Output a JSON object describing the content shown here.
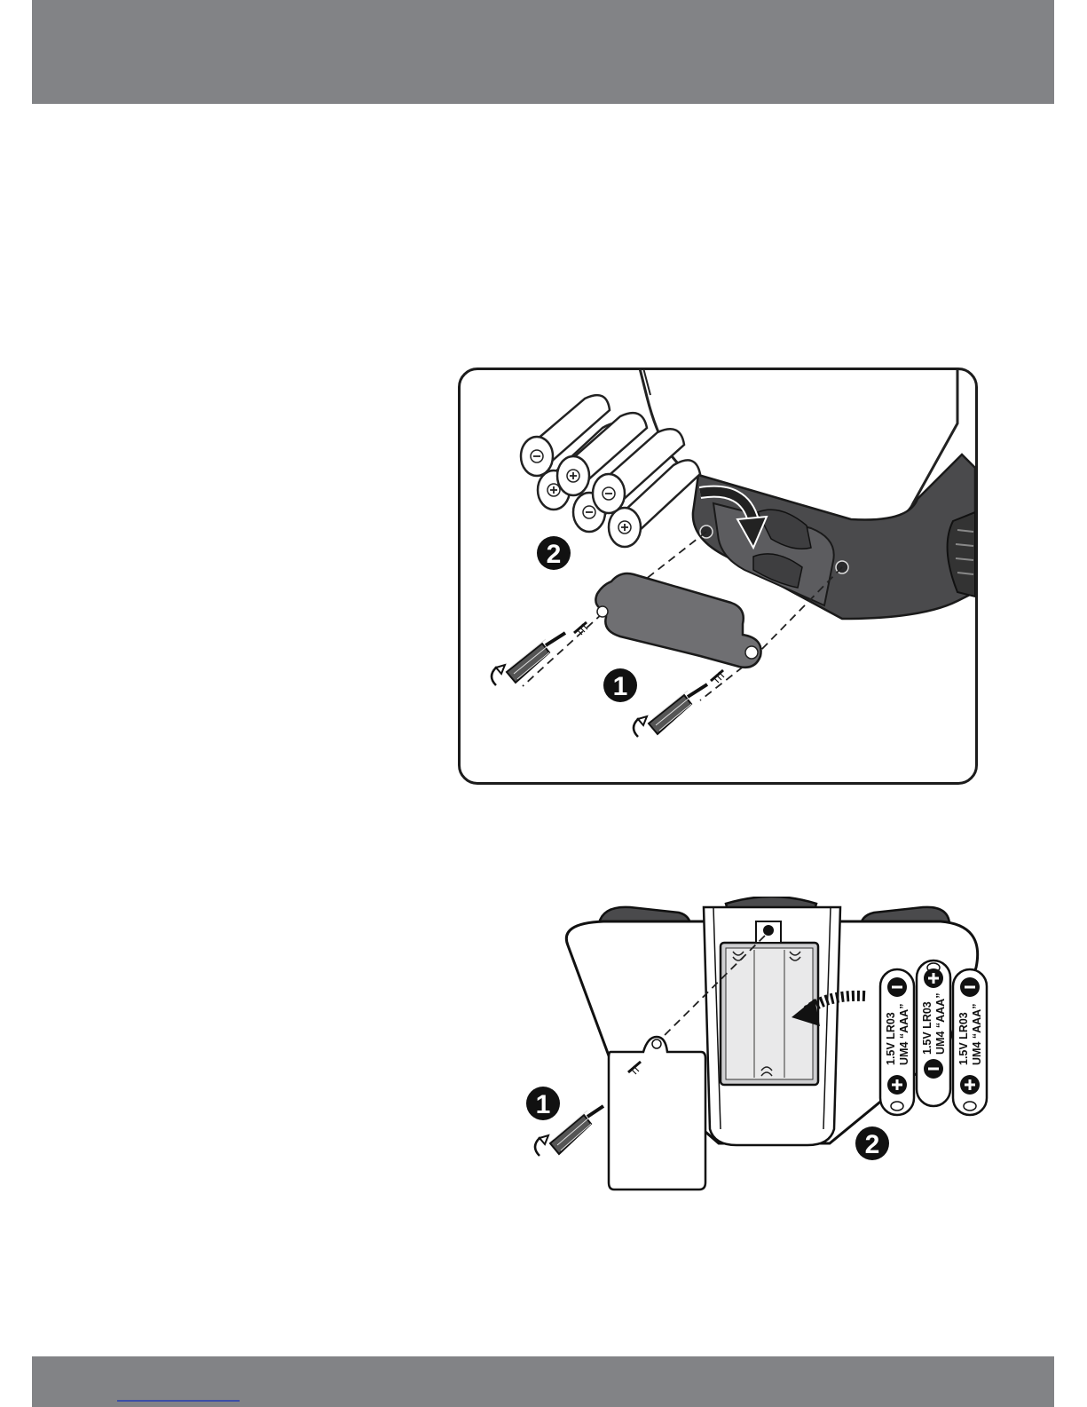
{
  "figure_top": {
    "steps": [
      "1",
      "2"
    ]
  },
  "figure_bottom": {
    "steps": [
      "1",
      "2"
    ],
    "batteries": [
      {
        "line1": "1.5V LR03",
        "line2": "UM4 “AAA”",
        "top": "minus",
        "bottom": "plus"
      },
      {
        "line1": "1.5V LR03",
        "line2": "UM4 “AAA”",
        "top": "plus",
        "bottom": "minus"
      },
      {
        "line1": "1.5V LR03",
        "line2": "UM4 “AAA”",
        "top": "minus",
        "bottom": "plus"
      }
    ]
  },
  "colors": {
    "band": "#828386",
    "device_dark": "#4a4a4c",
    "cover_gray": "#6f6f72",
    "link": "#3b4ea8"
  }
}
